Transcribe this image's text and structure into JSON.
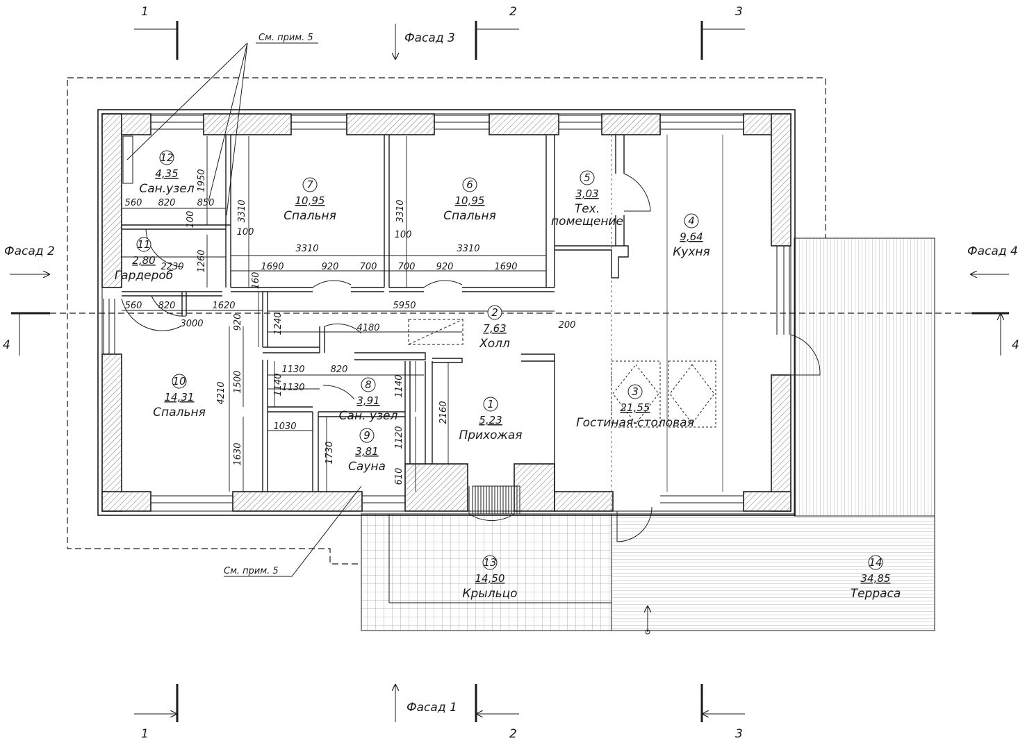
{
  "rooms": [
    {
      "num": "1",
      "area": "5,23",
      "name": "Прихожая"
    },
    {
      "num": "2",
      "area": "7,63",
      "name": "Холл"
    },
    {
      "num": "3",
      "area": "21,55",
      "name": "Гостиная-столовая"
    },
    {
      "num": "4",
      "area": "9,64",
      "name": "Кухня"
    },
    {
      "num": "5",
      "area": "3,03",
      "name": "Тех.",
      "name2": "помещение"
    },
    {
      "num": "6",
      "area": "10,95",
      "name": "Спальня"
    },
    {
      "num": "7",
      "area": "10,95",
      "name": "Спальня"
    },
    {
      "num": "8",
      "area": "3,91",
      "name": "Сан. узел"
    },
    {
      "num": "9",
      "area": "3,81",
      "name": "Сауна"
    },
    {
      "num": "10",
      "area": "14,31",
      "name": "Спальня"
    },
    {
      "num": "11",
      "area": "2,80",
      "name": "Гардероб"
    },
    {
      "num": "12",
      "area": "4,35",
      "name": "Сан.узел"
    },
    {
      "num": "13",
      "area": "14,50",
      "name": "Крыльцо"
    },
    {
      "num": "14",
      "area": "34,85",
      "name": "Терраса"
    }
  ],
  "facades": {
    "f1": "Фасад 1",
    "f2": "Фасад 2",
    "f3": "Фасад 3",
    "f4": "Фасад 4"
  },
  "sections": {
    "s1": "1",
    "s2": "2",
    "s3": "3",
    "s4": "4"
  },
  "notes": {
    "note": "См. прим. 5"
  },
  "dimensions": {
    "d560a": "560",
    "d820a": "820",
    "d850": "850",
    "d100a": "100",
    "d1950": "1950",
    "d3310a": "3310",
    "d100b": "100",
    "d3310b": "3310",
    "d100c": "100",
    "d3310c": "3310",
    "d3310d": "3310",
    "d2230": "2230",
    "d1260": "1260",
    "d1690a": "1690",
    "d920a": "920",
    "d700a": "700",
    "d700b": "700",
    "d920b": "920",
    "d1690b": "1690",
    "d160": "160",
    "d560b": "560",
    "d820b": "820",
    "d1620": "1620",
    "d5950": "5950",
    "d3000": "3000",
    "d920c": "920",
    "d1240": "1240",
    "d4180": "4180",
    "d200": "200",
    "d1130a": "1130",
    "d820c": "820",
    "d1140a": "1140",
    "d1130b": "1130",
    "d1140b": "1140",
    "d4210": "4210",
    "d1500": "1500",
    "d1030": "1030",
    "d2160": "2160",
    "d1730": "1730",
    "d1120": "1120",
    "d610": "610",
    "d1630": "1630"
  }
}
